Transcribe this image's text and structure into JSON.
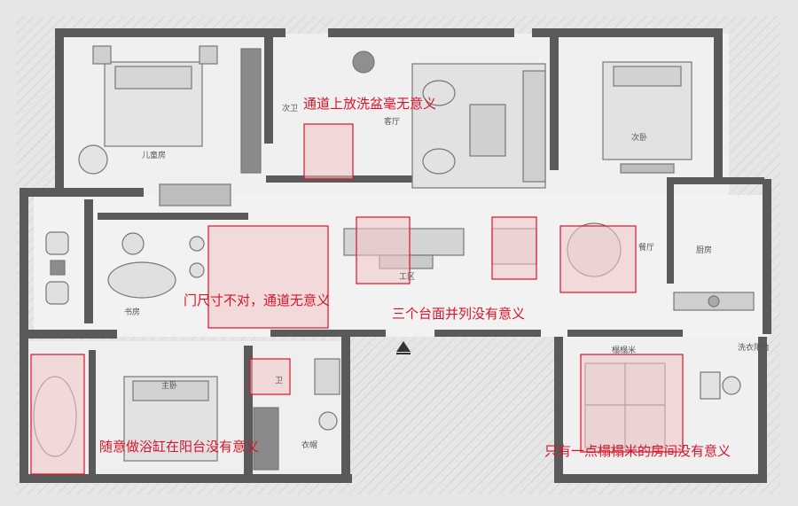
{
  "annotations": [
    "通道上放洗盆毫无意义",
    "门尺寸不对，通道无意义",
    "三个台面并列没有意义",
    "随意做浴缸在阳台没有意义",
    "只有一点榻榻米的房间没有意义"
  ],
  "room_labels": {
    "bedroom_tl": "儿童房",
    "living": "客厅",
    "bedroom_tr": "次卧",
    "study": "书房",
    "kitchen": "厨房",
    "dining": "餐厅",
    "bedroom_master": "主卧",
    "bath": "卫",
    "tatami": "榻榻米",
    "corridor": "次卫",
    "kitchen_zone": "工区",
    "laundry": "洗衣阳台",
    "cloak": "衣帽"
  },
  "colors": {
    "annotation_red": "#d8142a",
    "wall": "#555555",
    "highlight_fill": "#f2c6c6"
  }
}
